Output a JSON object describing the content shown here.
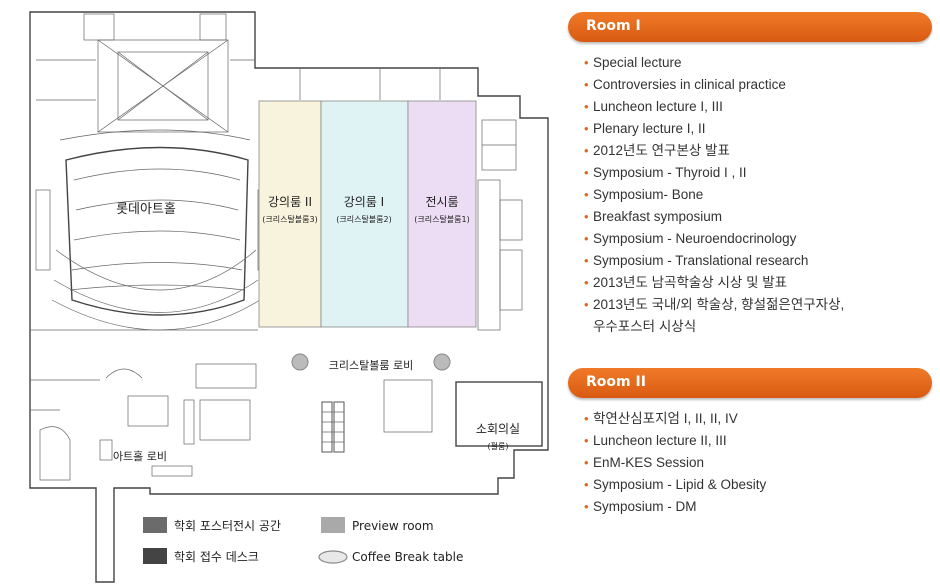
{
  "map": {
    "rooms": {
      "room2": {
        "title": "강의룸 II",
        "sub": "(크리스탈볼룸3)"
      },
      "room1": {
        "title": "강의룸 I",
        "sub": "(크리스탈볼룸2)"
      },
      "exhibit": {
        "title": "전시룸",
        "sub": "(크리스탈볼룸1)"
      },
      "lotte_hall": "롯데아트홀",
      "crystal_lobby": "크리스탈볼룸 로비",
      "art_lobby": "아트홀 로비",
      "small_hall": {
        "title": "소회의실",
        "sub": "(펄룸)"
      }
    },
    "colors": {
      "room2": "#f8f3dc",
      "room1": "#dff2f4",
      "exhibit": "#ecdcf4",
      "poster": "#6b6b6b",
      "desk": "#444444",
      "preview": "#a9a9a9"
    }
  },
  "legend": {
    "poster": "학회 포스터전시 공간",
    "preview": "Preview room",
    "desk": "학회 접수 데스크",
    "coffee": "Coffee Break table"
  },
  "room_i": {
    "title": "Room I",
    "items": [
      "Special lecture",
      "Controversies in clinical practice",
      "Luncheon lecture I, III",
      "Plenary lecture I, II",
      "2012년도 연구본상 발표",
      "Symposium - Thyroid I , II",
      "Symposium- Bone",
      "Breakfast symposium",
      "Symposium - Neuroendocrinology",
      "Symposium - Translational research",
      "2013년도 남곡학술상 시상 및 발표",
      "2013년도 국내/외 학술상, 향설젊은연구자상,"
    ],
    "continuation": "우수포스터 시상식"
  },
  "room_ii": {
    "title": "Room II",
    "items": [
      "학연산심포지엄 I, II, II, IV",
      "Luncheon lecture II, III",
      "EnM-KES Session",
      "Symposium - Lipid & Obesity",
      "Symposium - DM"
    ]
  }
}
